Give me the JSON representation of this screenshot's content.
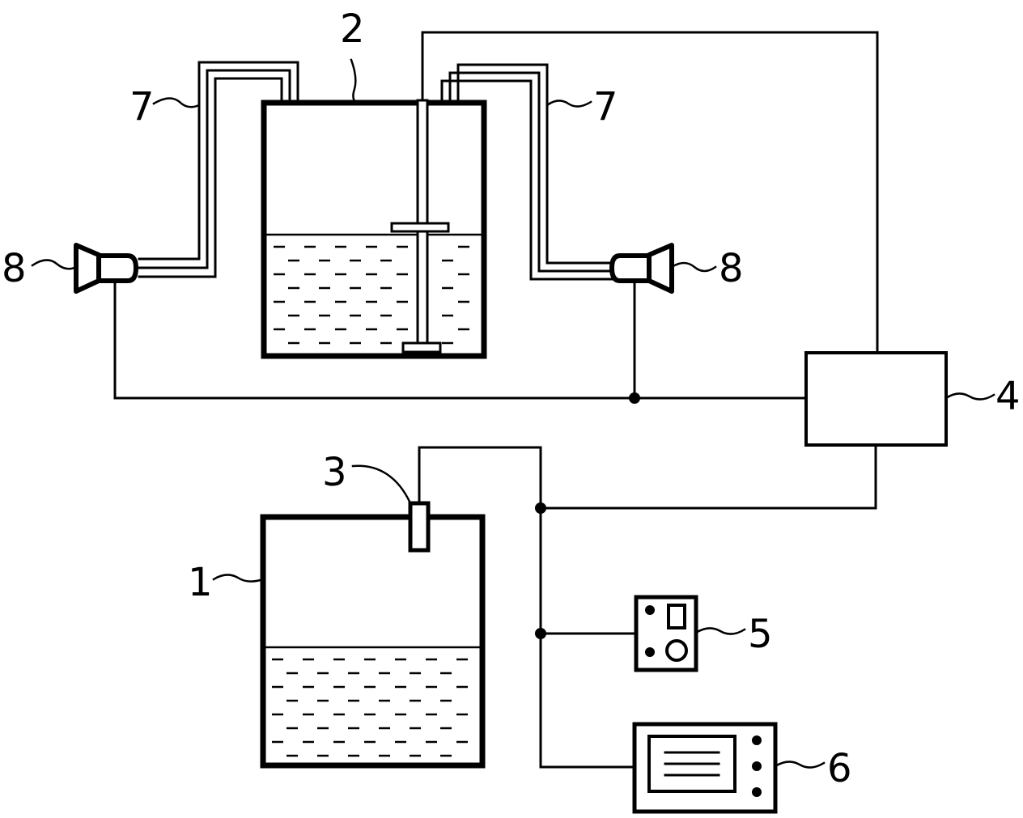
{
  "labels": {
    "tank_1": "1",
    "tank_2": "2",
    "sensor_3": "3",
    "controller_4": "4",
    "panel_5": "5",
    "display_6": "6",
    "pipe_7_left": "7",
    "pipe_7_right": "7",
    "speaker_8_left": "8",
    "speaker_8_right": "8"
  }
}
